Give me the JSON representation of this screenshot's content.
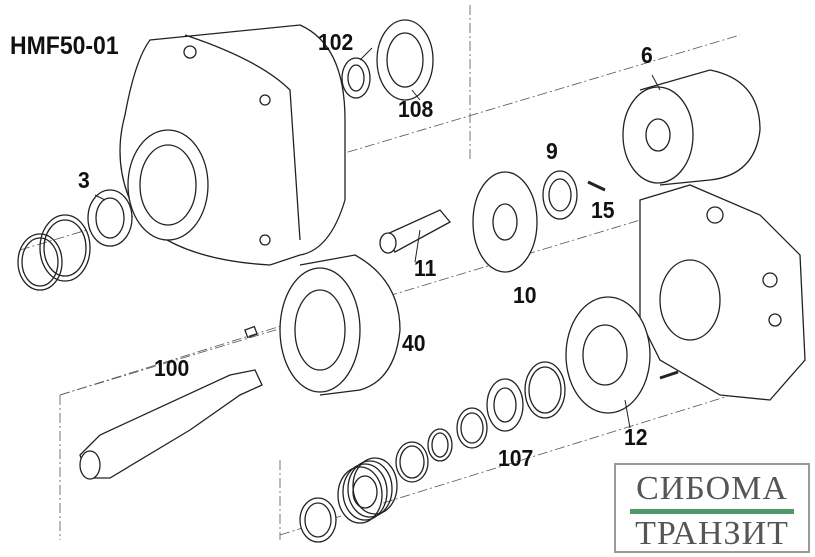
{
  "title": "HMF50-01",
  "part_labels": {
    "p102": "102",
    "p108": "108",
    "p6": "6",
    "p9": "9",
    "p15": "15",
    "p3": "3",
    "p11": "11",
    "p10": "10",
    "p40": "40",
    "p100": "100",
    "p12": "12",
    "p107": "107"
  },
  "logo": {
    "line1": "СИБОМА",
    "line2": "ТРАНЗИТ",
    "text_color": "#555555",
    "bar_color": "#4f9a6a"
  }
}
